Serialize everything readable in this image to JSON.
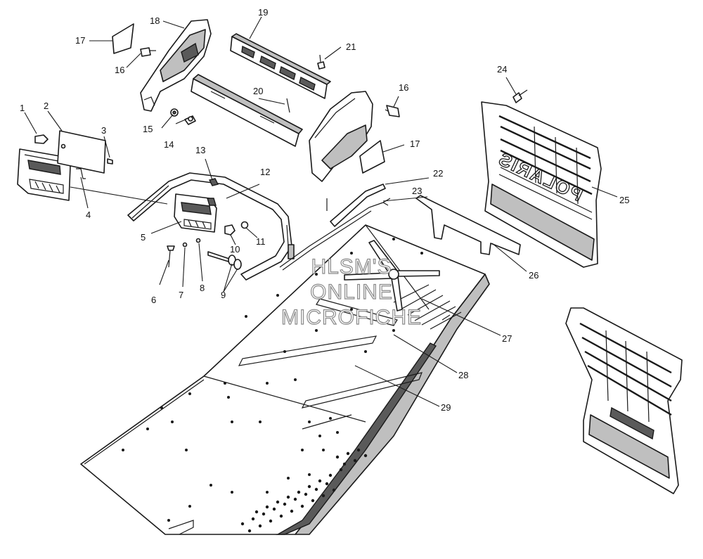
{
  "watermark": {
    "lines": [
      "HLSM'S",
      "ONLINE",
      "MICROFICHE"
    ]
  },
  "callouts": [
    "1",
    "2",
    "3",
    "4",
    "5",
    "6",
    "7",
    "8",
    "9",
    "10",
    "11",
    "12",
    "13",
    "14",
    "15",
    "16",
    "16",
    "17",
    "17",
    "18",
    "19",
    "20",
    "21",
    "22",
    "23",
    "24",
    "25",
    "26",
    "27",
    "28",
    "29"
  ],
  "colors": {
    "line": "#1a1a1a",
    "shade": "#bfbfbf",
    "watermark_outline": "#8a8a8a"
  }
}
